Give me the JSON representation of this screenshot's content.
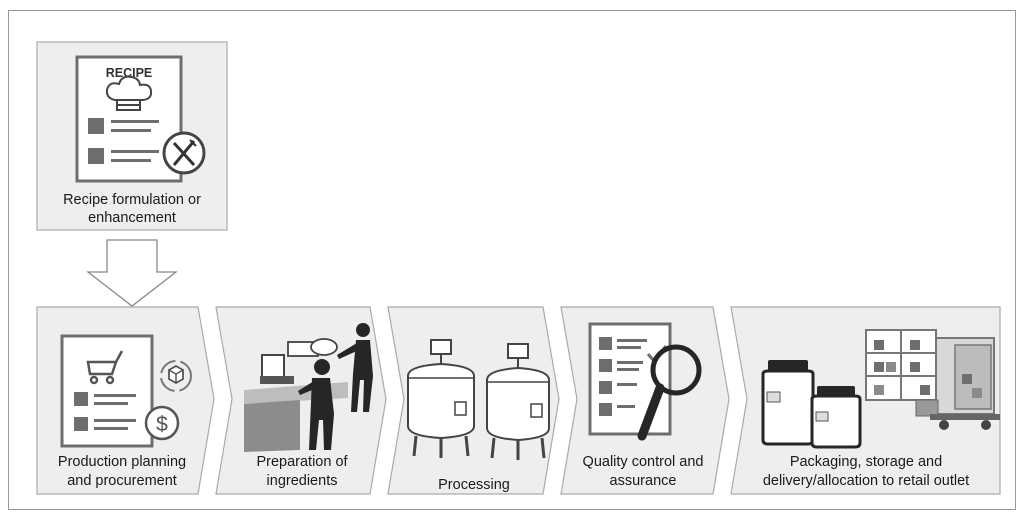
{
  "recipe_box": {
    "icon_text": "RECIPE",
    "label_line1": "Recipe formulation or",
    "label_line2": "enhancement"
  },
  "steps": [
    {
      "line1": "Production planning",
      "line2": "and procurement"
    },
    {
      "line1": "Preparation of",
      "line2": "ingredients"
    },
    {
      "line1": "Processing",
      "line2": ""
    },
    {
      "line1": "Quality control and",
      "line2": "assurance"
    },
    {
      "line1": "Packaging, storage and",
      "line2": "delivery/allocation to retail outlet"
    }
  ],
  "colors": {
    "box_fill": "#eeeeee",
    "box_stroke": "#aaaaaa",
    "icon_dark": "#6e6e6e",
    "icon_black": "#262626",
    "frame": "#9a9a9a"
  }
}
